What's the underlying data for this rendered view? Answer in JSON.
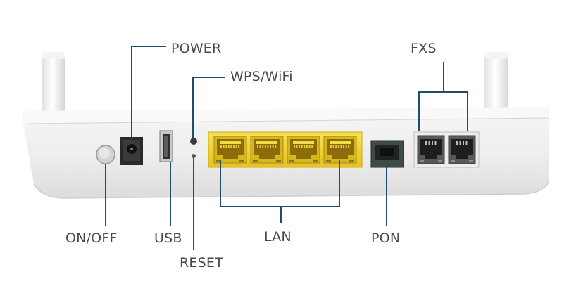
{
  "labels": {
    "power": "POWER",
    "wps_wifi": "WPS/WiFi",
    "fxs": "FXS",
    "on_off": "ON/OFF",
    "usb": "USB",
    "reset": "RESET",
    "lan": "LAN",
    "pon": "PON"
  },
  "colors": {
    "callout_line": "#1f4d6e",
    "label_text": "#444a52",
    "router_body": "#ececec",
    "lan_port": "#f2d93a",
    "pon_port": "#3e4a44",
    "fxs_port": "#55595c"
  },
  "lan_port_count": 4,
  "fxs_port_count": 2
}
